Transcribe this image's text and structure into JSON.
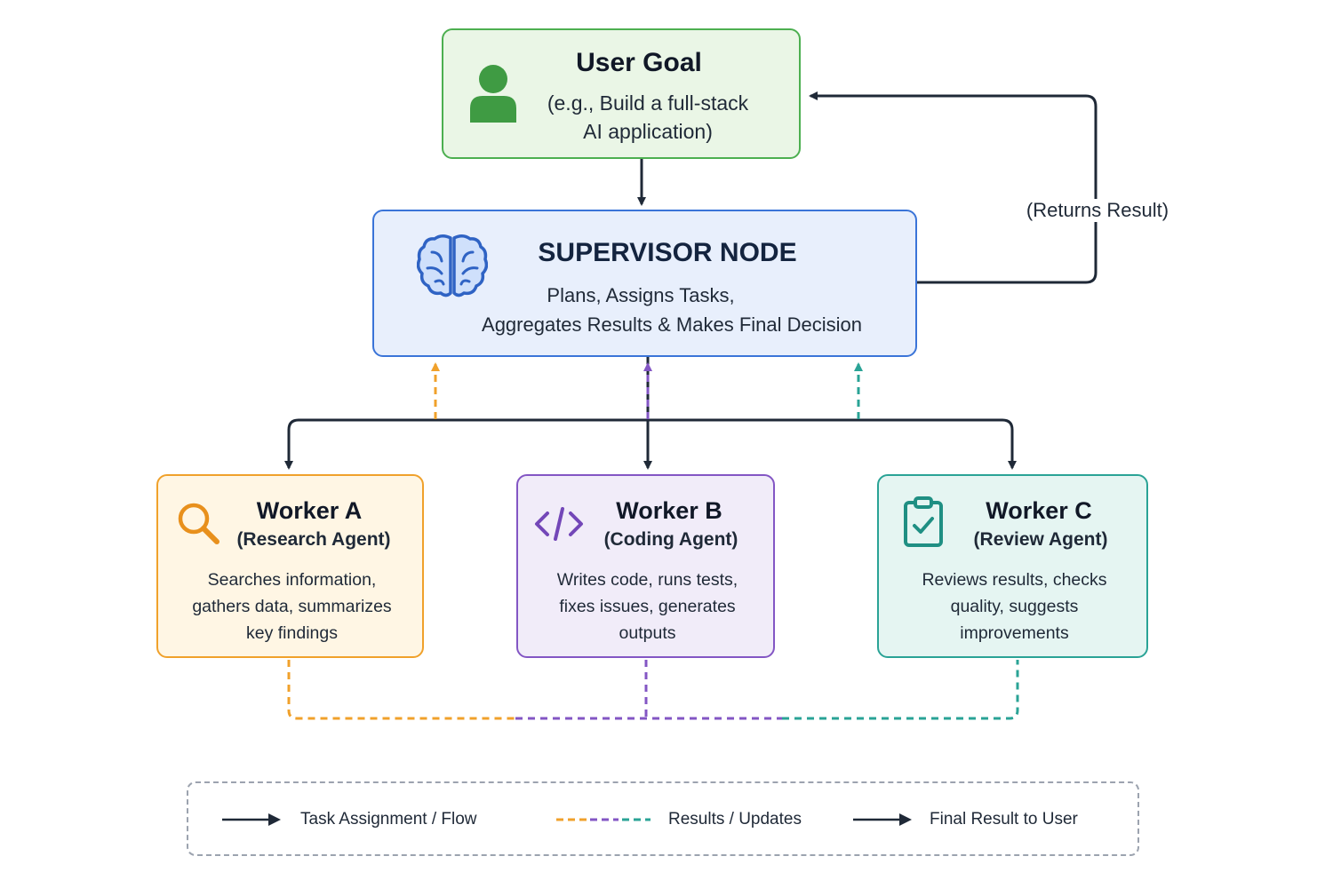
{
  "user_goal": {
    "title": "User Goal",
    "description_line1": "(e.g., Build a full-stack",
    "description_line2": "AI application)",
    "icon": "user-icon",
    "color": "#4caf50"
  },
  "supervisor": {
    "title": "SUPERVISOR NODE",
    "line1": "Plans, Assigns Tasks,",
    "line2": "Aggregates Results & Makes Final Decision",
    "icon": "brain-icon",
    "color": "#3a74d8"
  },
  "returns_label": "(Returns Result)",
  "workers": [
    {
      "title": "Worker A",
      "subtitle": "(Research Agent)",
      "desc1": "Searches information,",
      "desc2": "gathers data, summarizes",
      "desc3": "key findings",
      "icon": "search-icon",
      "color": "#f0a12b"
    },
    {
      "title": "Worker B",
      "subtitle": "(Coding Agent)",
      "desc1": "Writes code, runs tests,",
      "desc2": "fixes issues, generates",
      "desc3": "outputs",
      "icon": "code-icon",
      "color": "#8356c4"
    },
    {
      "title": "Worker C",
      "subtitle": "(Review Agent)",
      "desc1": "Reviews results, checks",
      "desc2": "quality, suggests",
      "desc3": "improvements",
      "icon": "clipboard-check-icon",
      "color": "#2aa396"
    }
  ],
  "legend": {
    "task_flow": "Task Assignment / Flow",
    "results_updates": "Results / Updates",
    "final_result": "Final Result to User"
  }
}
